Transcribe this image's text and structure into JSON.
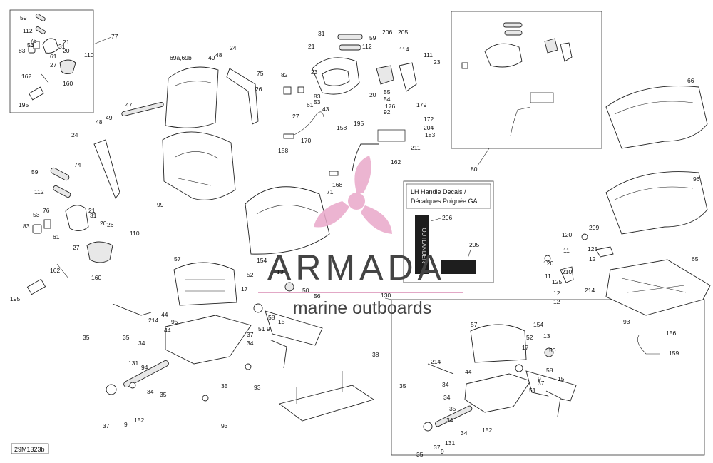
{
  "diagram_code": "29M1323b",
  "watermark": {
    "brand": "ARMADA",
    "tagline": "marine outboards",
    "colors": {
      "logo": "#e9a8c9",
      "text": "#555555",
      "underline": "#d98bb3"
    }
  },
  "decal_box": {
    "title_line1": "LH Handle Decals /",
    "title_line2": "Décalques Poignée GA",
    "decal_text": "OUTLANDER",
    "part_a": "206",
    "part_b": "205"
  },
  "callout_refs": {
    "group_top_left": "77",
    "group_top_right": "80",
    "group_bottom_right": "130"
  },
  "labels": [
    "59",
    "112",
    "21",
    "31",
    "20",
    "53",
    "76",
    "83",
    "61",
    "27",
    "110",
    "162",
    "160",
    "195",
    "69a,69b",
    "49",
    "48",
    "24",
    "75",
    "47",
    "26",
    "48",
    "49",
    "24",
    "74",
    "59",
    "112",
    "76",
    "53",
    "21",
    "31",
    "26",
    "20",
    "83",
    "61",
    "27",
    "110",
    "162",
    "160",
    "195",
    "99",
    "31",
    "21",
    "59",
    "112",
    "82",
    "23",
    "206",
    "205",
    "114",
    "111",
    "23",
    "20",
    "83",
    "53",
    "61",
    "27",
    "55",
    "54",
    "176",
    "43",
    "92",
    "179",
    "158",
    "170",
    "172",
    "204",
    "158",
    "195",
    "183",
    "211",
    "162",
    "168",
    "71",
    "57",
    "214",
    "44",
    "35",
    "95",
    "44",
    "35",
    "34",
    "94",
    "131",
    "34",
    "35",
    "152",
    "9",
    "37",
    "93",
    "35",
    "52",
    "17",
    "154",
    "13",
    "50",
    "56",
    "58",
    "15",
    "37",
    "34",
    "51",
    "9",
    "93",
    "38",
    "66",
    "96",
    "209",
    "120",
    "11",
    "125",
    "12",
    "120",
    "11",
    "210",
    "125",
    "214",
    "12",
    "12",
    "65",
    "93",
    "156",
    "159",
    "57",
    "214",
    "44",
    "154",
    "52",
    "13",
    "17",
    "50",
    "35",
    "34",
    "58",
    "37",
    "15",
    "34",
    "9",
    "51",
    "35",
    "34",
    "131",
    "34",
    "35",
    "37",
    "9",
    "152",
    "35"
  ]
}
